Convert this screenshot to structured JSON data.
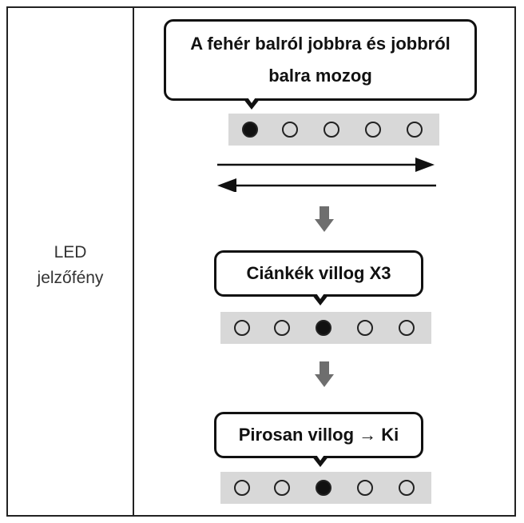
{
  "label": {
    "line1": "LED",
    "line2": "jelzőfény"
  },
  "steps": [
    {
      "text_line1": "A fehér balról jobbra és jobbról",
      "text_line2": "balra mozog",
      "leds": [
        true,
        false,
        false,
        false,
        false
      ]
    },
    {
      "text": "Ciánkék villog X3",
      "leds": [
        false,
        false,
        true,
        false,
        false
      ]
    },
    {
      "text": "Pirosan villog → Ki",
      "leds": [
        false,
        false,
        true,
        false,
        false
      ]
    }
  ],
  "colors": {
    "strip": "#d8d8d8",
    "led_on": "#111111",
    "arrow_gray": "#6e6e6e"
  }
}
